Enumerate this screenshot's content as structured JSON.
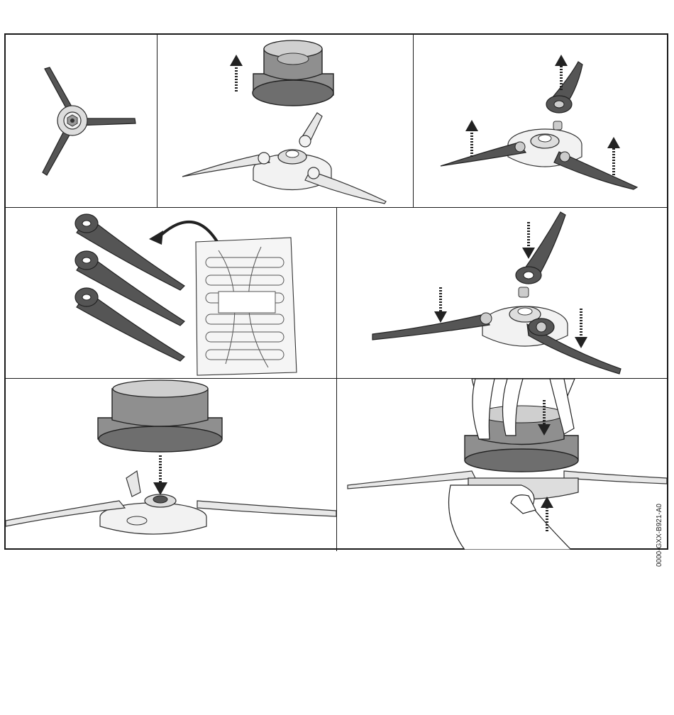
{
  "figure": {
    "reference_code": "0000-GXX-B921-A0",
    "panels": [
      {
        "step": "star-blade-head",
        "icon": "blade-head-icon"
      },
      {
        "step": "remove-cap",
        "icon": "cap-removal-icon"
      },
      {
        "step": "remove-blades",
        "icon": "blade-removal-icon"
      },
      {
        "step": "new-blades-from-bag",
        "icon": "blade-pack-icon"
      },
      {
        "step": "insert-blades",
        "icon": "blade-insert-icon"
      },
      {
        "step": "place-cap",
        "icon": "cap-place-icon"
      },
      {
        "step": "press-cap-on",
        "icon": "hands-press-icon"
      }
    ]
  },
  "colors": {
    "line": "#1a1a1a",
    "blade": "#555555",
    "cap": "#8f8f8f",
    "background": "#ffffff"
  }
}
